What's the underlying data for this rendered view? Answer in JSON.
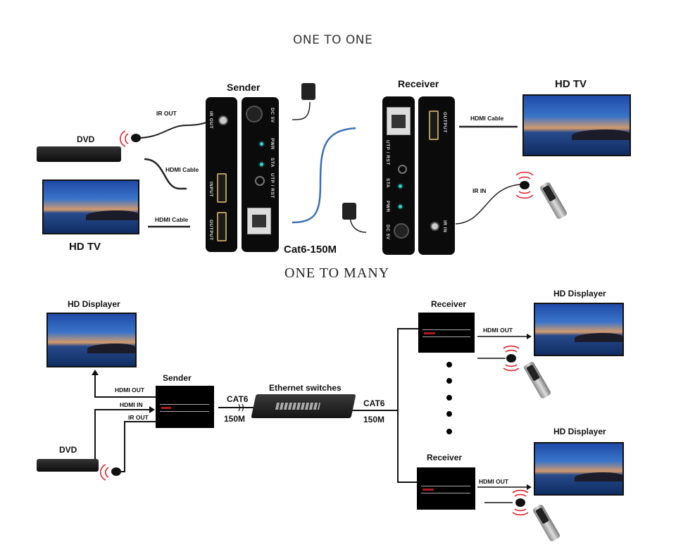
{
  "sections": {
    "one_to_one_title": "ONE TO ONE",
    "one_to_many_title": "ONE TO MANY"
  },
  "one_to_one": {
    "sender_label": "Sender",
    "receiver_label": "Receiver",
    "dvd_label": "DVD",
    "hd_tv_left_label": "HD TV",
    "hd_tv_right_label": "HD TV",
    "ir_out_label": "IR OUT",
    "ir_in_label": "IR IN",
    "hdmi_cable_input_label": "HDMI Cable",
    "hdmi_cable_output_label": "HDMI Cable",
    "hdmi_cable_receiver_label": "HDMI Cable",
    "cable_spec_label": "Cat6-150M",
    "sender_panel_left_ports": [
      "IR OUT",
      "INPUT",
      "OUTPUT"
    ],
    "sender_panel_right_ports": [
      "DC 5V",
      "PWR",
      "STA",
      "UTP / RST"
    ],
    "receiver_panel_left_ports": [
      "UTP / RST",
      "STA",
      "PWR",
      "DC 5V"
    ],
    "receiver_panel_right_ports": [
      "OUTPUT",
      "IR IN"
    ]
  },
  "one_to_many": {
    "hd_displayer_left_label": "HD Displayer",
    "dvd_label": "DVD",
    "sender_label": "Sender",
    "hdmi_out_label": "HDMI OUT",
    "hdmi_in_label": "HDMI IN",
    "ir_out_label": "IR OUT",
    "cable_left_top": "CAT6",
    "cable_left_bottom": "150M",
    "switch_label": "Ethernet switches",
    "cable_right_top": "CAT6",
    "cable_right_bottom": "150M",
    "receivers": [
      {
        "label": "Receiver",
        "hdmi_out_label": "HDMI OUT",
        "display_label": "HD Displayer"
      },
      {
        "label": "Receiver",
        "hdmi_out_label": "HDMI OUT",
        "display_label": "HD Displayer"
      }
    ],
    "ellipsis_dot_count": 5
  },
  "colors": {
    "ir_wave": "#e0242b",
    "cat6_cable": "#3a6fb0",
    "led": "#2bd6c8",
    "hdmi_gold": "#b59a5c"
  }
}
